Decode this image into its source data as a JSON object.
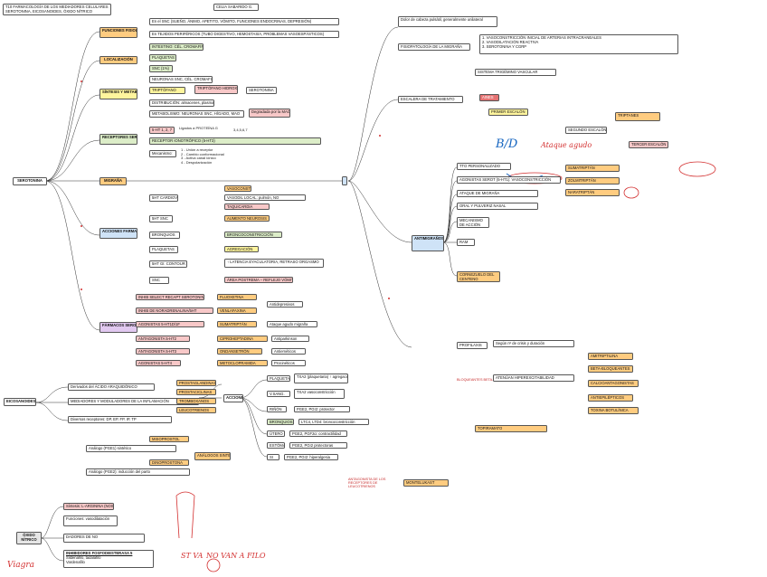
{
  "header": {
    "title_line1": "T10 FARMACOLOGÍA DE LOS MEDIADORES CELULARES",
    "title_line2": "SEROTONINA, EICOSANOIDES, ÓXIDO NÍTRICO",
    "author": "CELIA SABARIDO G."
  },
  "hubs": {
    "serotonina": "SEROTONINA",
    "eicosanoides": "EICOSANOIDES",
    "oxido_nitrico": "ÓXIDO NÍTRICO",
    "migraña": "MIGRAÑA",
    "antimigrañosos": "ANTIMIGRAÑOSOS",
    "acciones": "ACCIONES"
  },
  "serotonina_branches": [
    "FUNCIONES FISIOLÓGICAS",
    "LOCALIZACIÓN",
    "SÍNTESIS Y METABOLISMO",
    "RECEPTORES SEROTONINÉRGICOS",
    "ACCIONES FARMACOLÓGICAS",
    "FÁRMACOS SEROTONINÉRGICOS"
  ],
  "funciones": [
    "En el SNC (SUEÑO, ÁNIMO, APETITO, VÓMITO, FUNCIONES ENDOCRINAS, DEPRESIÓN)",
    "En TEJIDOS PERIFÉRICOS (TUBO DIGESTIVO, HEMOSTASIA, PROBLEMAS VASOESPÁSTICOS)"
  ],
  "localizacion": [
    "INTESTINO: CÉL. CROMAFINES (90%)",
    "PLAQUETAS",
    "SNC (1%)"
  ],
  "sintesis": {
    "neuronas": "NEURONAS SNC, CÉL. CROMAFINES",
    "triptofano": "TRIPTÓFANO",
    "triptofano_note": "TRIPTÓFANO HIDROXILASA",
    "serotonina_out": "SEROTONINA",
    "distribucion": "DISTRIBUCIÓN: almacenes, plasma",
    "metabolismo": "METABOLISMO: NEURONAS SNC, HÍGADO, MAO",
    "degradada": "Degradada por la MAO"
  },
  "receptores": {
    "fam": "5-HT 1, 2, 7",
    "ligados": "Ligados a PROTEÍNA G",
    "seq": "3,4,5,6,7",
    "ionotropico": "RECEPTOR IONOTRÓPICO (5-HT3)",
    "mecanismo": "Mecanismo:",
    "mec_lines": [
      "1 - Unión a receptor",
      "2 - Cambio conformacional",
      "3 - Activa canal iónico",
      "4 - Despolarización"
    ]
  },
  "acciones_farm": [
    {
      "rec": "5HT CARDIOV",
      "items": [
        "VASOCONST",
        "VASODIL LOCAL: pulmón, NO",
        "TAQUICARDIA"
      ]
    },
    {
      "rec": "5HT SNC",
      "items": [
        "AUMENTO NEUROSIS"
      ]
    },
    {
      "rec": "BRONQUIOS",
      "items": [
        "BRONCOCONSTRICCIÓN"
      ]
    },
    {
      "rec": "PLAQUETAS",
      "items": [
        "AGREGACIÓN"
      ]
    },
    {
      "rec": "5HT GI: CONTOUR",
      "items": [
        "↑ LATENCIA EYACULATORIA, RETRASO ORGASMO"
      ]
    },
    {
      "rec": "SNC",
      "items": [
        "ÁREA POSTREMA – REFLEJO VÓMITO"
      ]
    }
  ],
  "farmacos": [
    {
      "grupo": "INHIB SELECT RECAPT SEROTONINA",
      "farmaco": "FLUOXETINA",
      "uso": "Antidepresivos"
    },
    {
      "grupo": "INHIB DE NORADRENALINA/5HT",
      "farmaco": "VENLAFAXINA",
      "uso": ""
    },
    {
      "grupo": "AGONISTAS 5-HT1D/1F",
      "farmaco": "SUMATRIPTÁN",
      "uso": "Ataque agudo migraña"
    },
    {
      "grupo": "ANTAGONISTA 5-HT2",
      "farmaco": "CIPROHEPTADINA",
      "uso": "Antiparkinson"
    },
    {
      "grupo": "ANTAGONISTA 5-HT3",
      "farmaco": "ONDANSETRÓN",
      "uso": "Antieméticos"
    },
    {
      "grupo": "AGONISTAS 5-HT4",
      "farmaco": "METOCLOPRAMIDA",
      "uso": "Procinéticos"
    }
  ],
  "eicosanoides": {
    "derivados": "Derivados del ÁCIDO ARAQUIDÓNICO",
    "mediadores": "MEDIADORES Y MODULADORES DE LA INFLAMACIÓN",
    "receptores": "Diversos receptores: DP, EP, FP, IP, TP",
    "tipos": [
      "PROSTAGLANDINAS",
      "PROSTACICLINAS",
      "TROMBOXANOS",
      "LEUCOTRIENOS"
    ],
    "analogos": "ANÁLOGOS SINTÉTICOS",
    "misoprostol": "MISOPROSTOL",
    "dinoprostona": "DINOPROSTONA",
    "misoprostol_desc": "Análogo (PGE1) sintético",
    "dinoprostona_desc": "Análogo (PGE2): inducción del parto",
    "acciones": [
      {
        "org": "PLAQUETAS",
        "desc": "TXA2 (plaquetaria) ↑ agregación"
      },
      {
        "org": "V.SANG.",
        "desc": "TXA2 vasoconstricción"
      },
      {
        "org": "RIÑÓN",
        "desc": "PGE2, PGI2: protector"
      },
      {
        "org": "BRONQUIOS",
        "desc": "LTC4, LTD4: broncoconstricción"
      },
      {
        "org": "ÚTERO",
        "desc": "PGE2, PGF2α: contractilidad"
      },
      {
        "org": "ESTÓMAGO",
        "desc": "PGE2, PGI2 protectoras"
      },
      {
        "org": "SI",
        "desc": "PGE2, PGI2: hiperalgesia"
      }
    ]
  },
  "oxido_nitrico": {
    "sintesis": "Síntesis: L-ARGININA (NOS)",
    "funciones": "Funciones: vasodilatación",
    "dadores": "DADORES DE NO",
    "inhibidores": "INHIBIDORES FOSFODIESTERASA 5",
    "inhib_lines": [
      "Sildenafilo, tadalafilo",
      "Vardenafilo"
    ]
  },
  "migraña": {
    "dolor": "Dolor de cabeza pulsátil, generalmente unilateral",
    "fisiopatologia": "FISIOPATOLOGÍA DE LA MIGRAÑA",
    "fisio_lines": [
      "1. VASOCONSTRICCIÓN INICIAL DE ARTERIAS INTRACRANEALES",
      "2. VASODILATACIÓN REACTIVA",
      "3. SEROTONINA Y CGRP"
    ],
    "sistema": "SISTEMA TRIGÉMINO VASCULAR",
    "escalera": "ESCALERA DE TRATAMIENTO",
    "aines": "AINES",
    "primer_escalon": "PRIMER ESCALÓN",
    "segundo_escalon": "SEGUNDO ESCALÓN",
    "tercer_escalon": "TERCER ESCALÓN",
    "triptanes": "TRIPTANES"
  },
  "antimigrañosos": [
    "TTO PERSONALIZADO",
    "AGONISTAS SEROT (5-HT1): VASOCONSTRICCIÓN",
    "ATAQUE DE MIGRAÑA",
    "ORAL Y PULVERIZ NASAL",
    "MECANISMO DE ACCIÓN",
    "RAM",
    "CORNEZUELO DEL CENTENO",
    "PROFILAXIS"
  ],
  "triptanes": [
    "SUMATRIPTÁN",
    "ZOLMITRIPTÁN",
    "NARATRIPTÁN"
  ],
  "profilaxis": {
    "desc": "Según nº de crisis y duración",
    "bloqueantes": "BLOQUEANTES BETA-BLOQ",
    "atenuan": "ATENÚAN HIPEREXCITABILIDAD",
    "items": [
      "AMITRIPTILINA",
      "BETA-BLOQUEANTES",
      "CALCIOANTAGONISTAS",
      "ANTIEPILÉPTICOS",
      "TOXINA BOTULÍNICA"
    ],
    "topiramato": "TOPIRAMATO",
    "montelukast": "MONTELUKAST",
    "antag_leuco": "ANTAGONISTA DE LOS RECEPTORES DE LEUCOTRIENOS"
  },
  "annotations": {
    "bd": "B/D",
    "ataque": "Ataque agudo",
    "viagra": "Viagra",
    "st_va": "ST VA",
    "no_van_a_filo": "NO VAN A FILO"
  },
  "colors": {
    "blue": "#cfe3f7",
    "green": "#cfeecf",
    "yellow": "#fff59d",
    "orange": "#ffcc80",
    "pink": "#f8c8c8",
    "purple": "#e1c8f0",
    "red": "#e57373"
  }
}
